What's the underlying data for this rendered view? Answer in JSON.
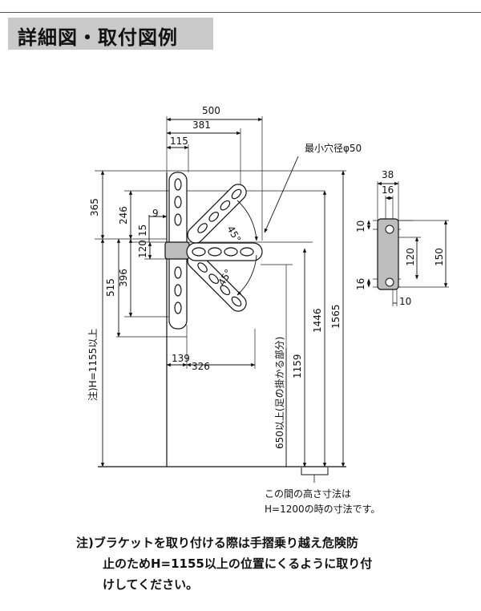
{
  "title": "詳細図・取付図例",
  "dims": {
    "w500": "500",
    "w381": "381",
    "w115": "115",
    "h365": "365",
    "h246": "246",
    "w9": "9",
    "h15": "15",
    "h120": "120",
    "h396": "396",
    "h515": "515",
    "w139": "139",
    "w326": "326",
    "h1159": "1159",
    "h1446": "1446",
    "h1565": "1565",
    "angle_upper": "45°",
    "angle_lower": "45°",
    "hole": "最小穴径φ50",
    "side_label": "注)H=1155以上",
    "foot_label": "650以上(足の掛かる部分)",
    "height_note_1": "この間の高さ寸法は",
    "height_note_2": "H=1200の時の寸法です。"
  },
  "plate": {
    "w38": "38",
    "w16": "16",
    "h10": "10",
    "h120": "120",
    "h150": "150",
    "h16": "16",
    "w10": "10"
  },
  "note": {
    "line1": "注)ブラケットを取り付ける際は手摺乗り越え危険防",
    "line2": "止のためH=1155以上の位置にくるように取り付",
    "line3": "けしてください。"
  }
}
